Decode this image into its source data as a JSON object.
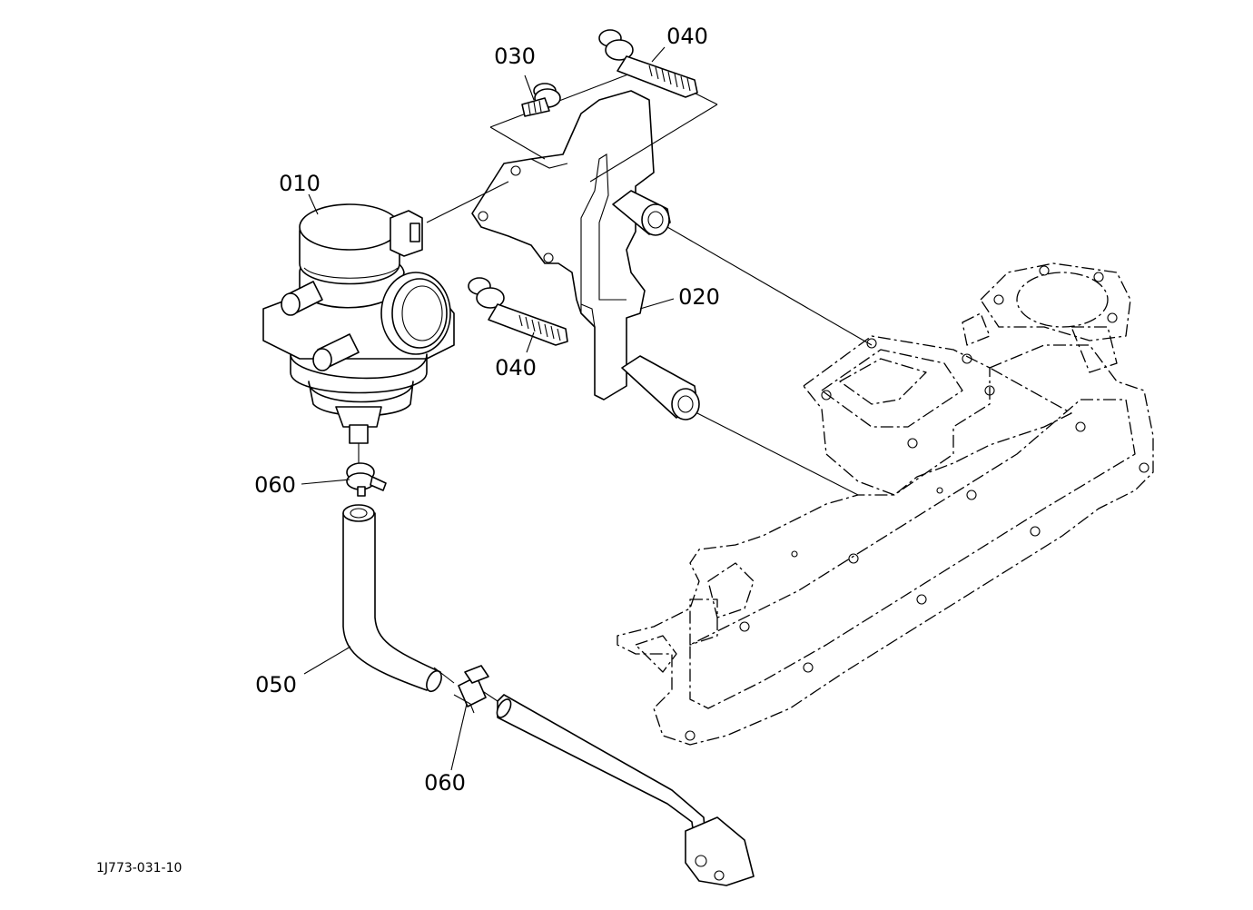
{
  "diagram": {
    "parts": [
      {
        "key": "p010",
        "label": "010"
      },
      {
        "key": "p020",
        "label": "020"
      },
      {
        "key": "p030",
        "label": "030"
      },
      {
        "key": "p040a",
        "label": "040"
      },
      {
        "key": "p040b",
        "label": "040"
      },
      {
        "key": "p050",
        "label": "050"
      },
      {
        "key": "p060a",
        "label": "060"
      },
      {
        "key": "p060b",
        "label": "060"
      }
    ],
    "drawing_code": "1J773-031-10"
  }
}
